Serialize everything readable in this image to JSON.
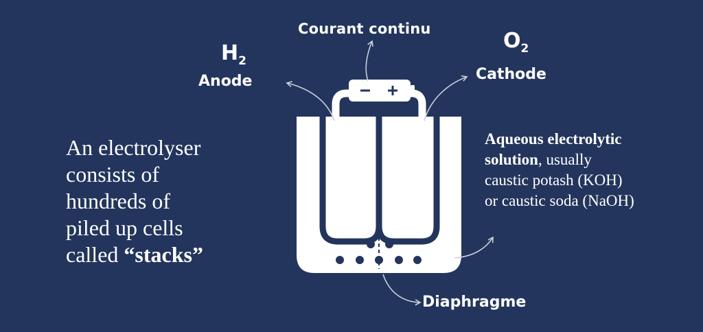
{
  "labels": {
    "current": "Courant continu",
    "h2_main": "H",
    "h2_sub": "2",
    "anode": "Anode",
    "o2_main": "O",
    "o2_sub": "2",
    "cathode": "Cathode",
    "diaphragm": "Diaphragme",
    "battery_minus": "−",
    "battery_plus": "+"
  },
  "left_text": {
    "line1": "An electrolyser",
    "line2": "consists of",
    "line3": "hundreds of",
    "line4": "piled up cells",
    "line5_prefix": "called ",
    "line5_bold": "“stacks”"
  },
  "right_text": {
    "line1": "Aqueous electrolytic",
    "line2_bold": "solution",
    "line2_rest": ",  usually",
    "line3": "caustic potash (KOH)",
    "line4": "or caustic soda (NaOH)"
  },
  "colors": {
    "background": "#23355c",
    "foreground": "#ffffff",
    "connector": "#c9cfdb"
  },
  "icons": [
    "battery-icon",
    "electrolysis-cell-icon",
    "electrode-icon",
    "diaphragm-line-icon",
    "bubble-icon",
    "arrow-icon"
  ]
}
